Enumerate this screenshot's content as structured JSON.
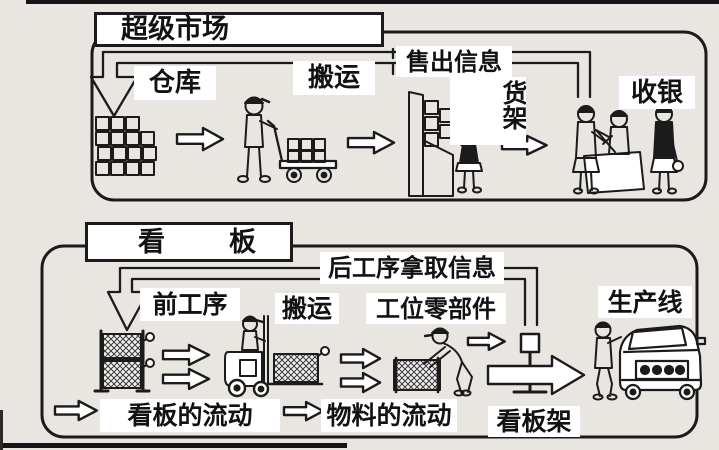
{
  "diagram_title_note": "supermarket vs kanban pull-system diagram",
  "colors": {
    "paper": "#e9e6e2",
    "ink": "#1b1b1b",
    "label_bg": "#ffffff"
  },
  "supermarket_panel": {
    "title": "超级市场",
    "warehouse_label": "仓库",
    "transport_label": "搬运",
    "sales_info_label": "售出信息",
    "shelf_label": "货架",
    "cashier_label": "收银"
  },
  "kanban_panel": {
    "title": "看板",
    "info_label": "后工序拿取信息",
    "previous_process_label": "前工序",
    "transport_label": "搬运",
    "station_parts_label": "工位零部件",
    "production_line_label": "生产线",
    "kanban_flow_label": "看板的流动",
    "material_flow_label": "物料的流动",
    "kanban_rack_label": "看板架"
  }
}
